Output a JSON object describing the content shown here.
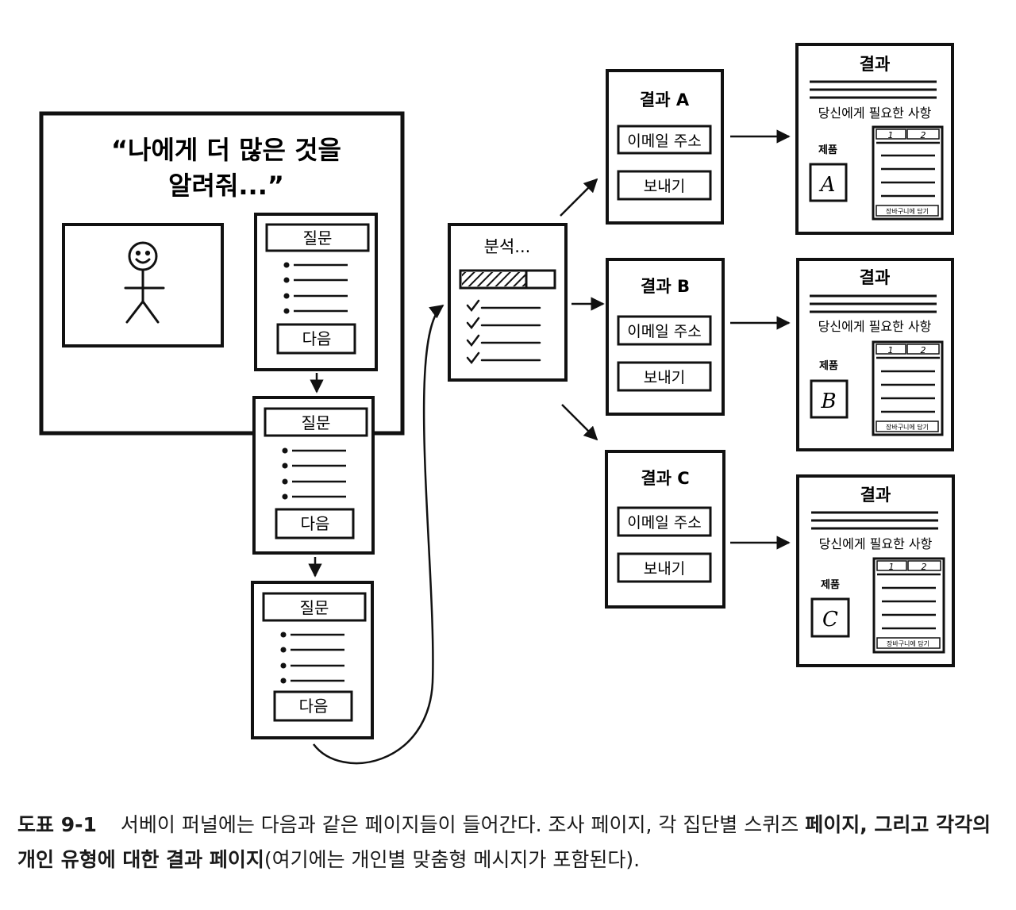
{
  "landing": {
    "headline_line1": "“나에게 더 많은 것을",
    "headline_line2": "알려줘...”"
  },
  "quiz": {
    "pages": [
      {
        "question_label": "질문",
        "next_label": "다음"
      },
      {
        "question_label": "질문",
        "next_label": "다음"
      },
      {
        "question_label": "질문",
        "next_label": "다음"
      }
    ]
  },
  "analysis": {
    "title": "분석..."
  },
  "segments": [
    {
      "title": "결과 A",
      "email_label": "이메일 주소",
      "send_label": "보내기"
    },
    {
      "title": "결과 B",
      "email_label": "이메일 주소",
      "send_label": "보내기"
    },
    {
      "title": "결과 C",
      "email_label": "이메일 주소",
      "send_label": "보내기"
    }
  ],
  "results": [
    {
      "title": "결과",
      "subtitle": "당신에게 필요한 사항",
      "product_label": "제품",
      "product_letter": "A",
      "tab1": "1",
      "tab2": "2",
      "cart_label": "장바구니에 담기"
    },
    {
      "title": "결과",
      "subtitle": "당신에게 필요한 사항",
      "product_label": "제품",
      "product_letter": "B",
      "tab1": "1",
      "tab2": "2",
      "cart_label": "장바구니에 담기"
    },
    {
      "title": "결과",
      "subtitle": "당신에게 필요한 사항",
      "product_label": "제품",
      "product_letter": "C",
      "tab1": "1",
      "tab2": "2",
      "cart_label": "장바구니에 담기"
    }
  ],
  "caption": {
    "label": "도표 9-1",
    "text_part1": "서베이 퍼널에는 다음과 같은 페이지들이 들어간다. 조사 페이지, 각 집단별 스퀴즈 ",
    "text_bold": "페이지, 그리고 각각의 개인 유형에 대한 결과 페이지",
    "text_part2": "(여기에는 개인별 맞춤형 메시지가 포함된다)."
  }
}
